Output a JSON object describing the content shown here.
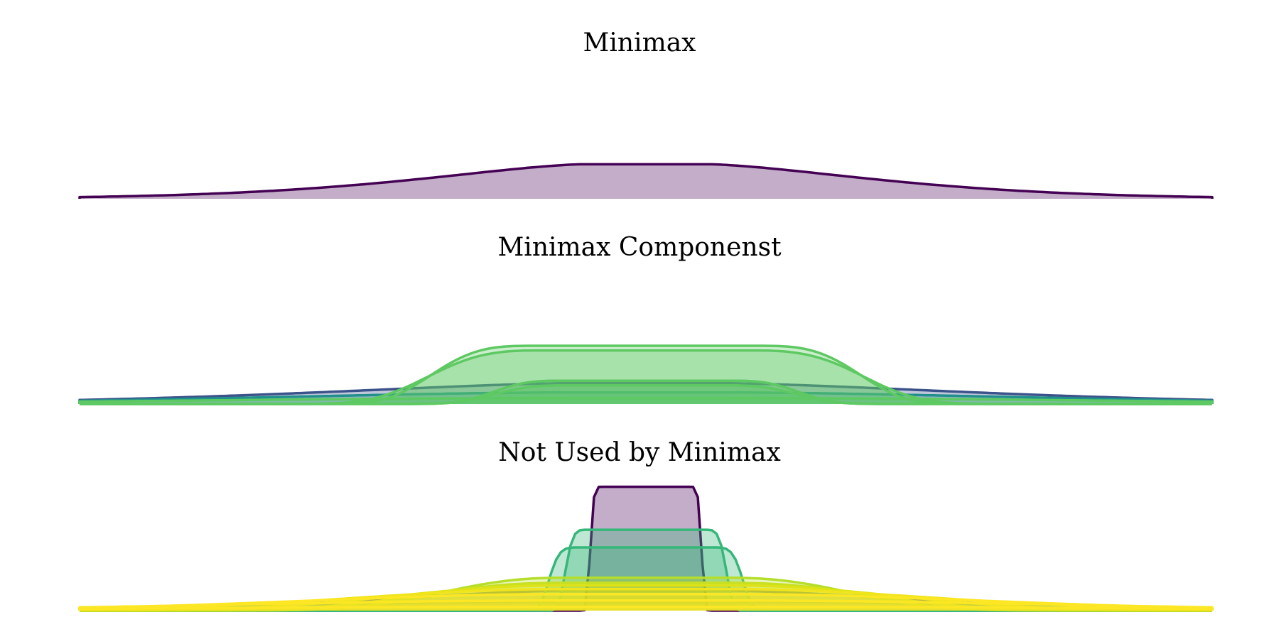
{
  "chart_data": [
    {
      "type": "area",
      "title": "Minimax",
      "xlim": [
        -4,
        4
      ],
      "ylim": [
        0,
        1
      ],
      "series": [
        {
          "center": 0,
          "half_width": 0.45,
          "spread": 1.7,
          "steepness": 1.5,
          "peak": 0.3,
          "color": "#440154"
        }
      ]
    },
    {
      "type": "area",
      "title": "Minimax Componenst",
      "xlim": [
        -4,
        4
      ],
      "ylim": [
        0,
        1
      ],
      "series": [
        {
          "center": 0,
          "half_width": 0.45,
          "spread": 2.6,
          "steepness": 1.6,
          "peak": 0.18,
          "color": "#3b528b"
        },
        {
          "center": 0,
          "half_width": 0.45,
          "spread": 3.1,
          "steepness": 1.8,
          "peak": 0.1,
          "color": "#21908d"
        },
        {
          "center": 0,
          "half_width": 0.45,
          "spread": 3.7,
          "steepness": 2.2,
          "peak": 0.05,
          "color": "#5ec962"
        },
        {
          "center": 0,
          "half_width": 0.75,
          "spread": 0.85,
          "steepness": 3.5,
          "peak": 0.5,
          "color": "#5ec962"
        },
        {
          "center": 0,
          "half_width": 0.7,
          "spread": 0.95,
          "steepness": 3.2,
          "peak": 0.46,
          "color": "#5ec962"
        },
        {
          "center": 0,
          "half_width": 0.6,
          "spread": 0.55,
          "steepness": 3.0,
          "peak": 0.2,
          "color": "#5ec962"
        },
        {
          "center": 0,
          "half_width": 0.55,
          "spread": 0.6,
          "steepness": 3.0,
          "peak": 0.16,
          "color": "#5ec962"
        }
      ]
    },
    {
      "type": "area",
      "title": "Not Used by Minimax",
      "xlim": [
        -4,
        4
      ],
      "ylim": [
        0,
        1
      ],
      "series": [
        {
          "center": 0,
          "half_width": 0.45,
          "spread": 1.9,
          "steepness": 1.8,
          "peak": 0.16,
          "color": "#3b528b"
        },
        {
          "center": 0,
          "half_width": 0.45,
          "spread": 3.2,
          "steepness": 2.0,
          "peak": 0.07,
          "color": "#21908d"
        },
        {
          "center": 0,
          "half_width": 0.3,
          "spread": 0.1,
          "steepness": 6.0,
          "peak": 0.98,
          "color": "#440154"
        },
        {
          "center": 0,
          "half_width": 0.4,
          "spread": 0.18,
          "steepness": 5.0,
          "peak": 0.64,
          "color": "#35b779"
        },
        {
          "center": 0,
          "half_width": 0.45,
          "spread": 0.25,
          "steepness": 5.0,
          "peak": 0.5,
          "color": "#35b779"
        },
        {
          "center": 0,
          "half_width": 0.55,
          "spread": 1.1,
          "steepness": 2.5,
          "peak": 0.26,
          "color": "#b5de2b"
        },
        {
          "center": 0,
          "half_width": 0.55,
          "spread": 1.3,
          "steepness": 2.4,
          "peak": 0.22,
          "color": "#c8e020"
        },
        {
          "center": 0,
          "half_width": 0.55,
          "spread": 1.6,
          "steepness": 2.2,
          "peak": 0.2,
          "color": "#dde318"
        },
        {
          "center": 0,
          "half_width": 0.6,
          "spread": 2.0,
          "steepness": 2.0,
          "peak": 0.17,
          "color": "#f0e51c"
        },
        {
          "center": 0,
          "half_width": 0.6,
          "spread": 2.5,
          "steepness": 2.0,
          "peak": 0.13,
          "color": "#fde725"
        },
        {
          "center": 0,
          "half_width": 0.6,
          "spread": 3.2,
          "steepness": 2.0,
          "peak": 0.08,
          "color": "#fde725"
        },
        {
          "center": 0,
          "half_width": 0.6,
          "spread": 4.2,
          "steepness": 2.0,
          "peak": 0.03,
          "color": "#fde725"
        }
      ]
    }
  ]
}
